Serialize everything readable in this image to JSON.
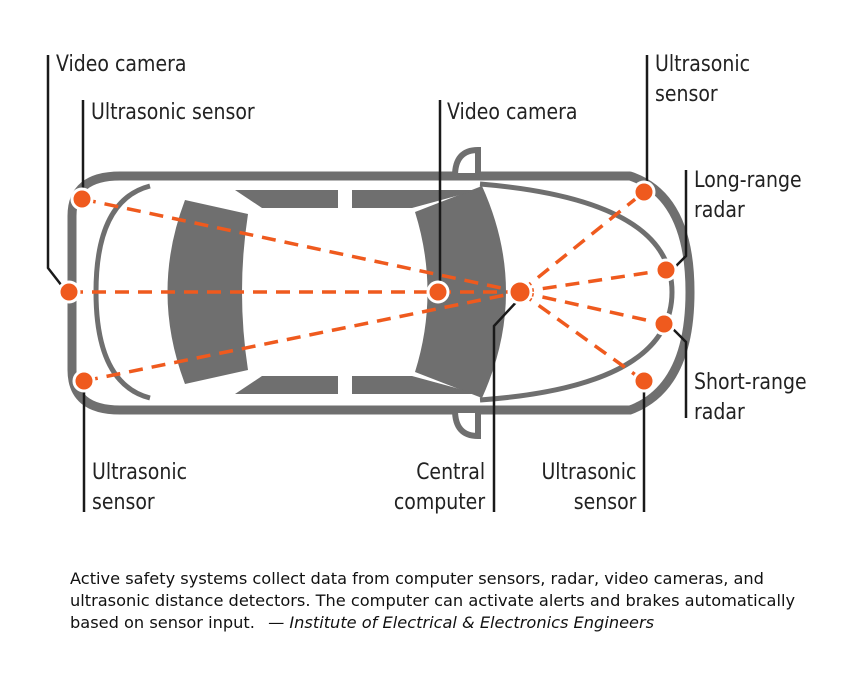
{
  "labels": {
    "video_camera_left": "Video camera",
    "ultrasonic_sensor_top_left": "Ultrasonic sensor",
    "video_camera_center": "Video camera",
    "ultrasonic_sensor_top_right": [
      "Ultrasonic",
      "sensor"
    ],
    "long_range_radar": [
      "Long-range",
      "radar"
    ],
    "short_range_radar": [
      "Short-range",
      "radar"
    ],
    "ultrasonic_sensor_bottom_left": [
      "Ultrasonic",
      "sensor"
    ],
    "central_computer": [
      "Central",
      "computer"
    ],
    "ultrasonic_sensor_bottom_right": [
      "Ultrasonic",
      "sensor"
    ]
  },
  "caption": {
    "text": "Active safety systems collect data from computer sensors, radar, video cameras, and ultrasonic distance detectors. The computer can activate alerts and brakes automatically based on sensor input.",
    "source": "— Institute of Electrical & Electronics Engineers"
  },
  "colors": {
    "sensor": "#ef5a1e",
    "car_outline": "#6f6f6f",
    "glass": "#6f6f6f",
    "leader_line": "#1a1a1a"
  }
}
